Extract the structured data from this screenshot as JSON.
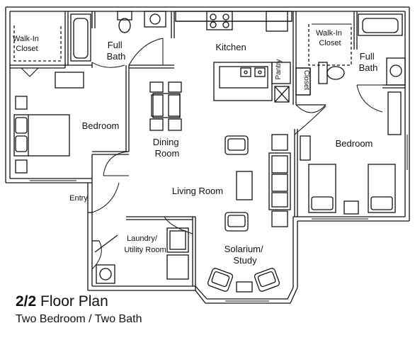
{
  "plan": {
    "title_bold": "2/2",
    "title_rest": "Floor Plan",
    "subtitle": "Two Bedroom / Two Bath"
  },
  "rooms": {
    "walk_in_closet_left": [
      "Walk-In",
      "Closet"
    ],
    "full_bath_left": [
      "Full",
      "Bath"
    ],
    "kitchen": "Kitchen",
    "pantry": "Pantry",
    "closet": "Closet",
    "walk_in_closet_right": [
      "Walk-In",
      "Closet"
    ],
    "full_bath_right": [
      "Full",
      "Bath"
    ],
    "bedroom_left": "Bedroom",
    "dining_room": [
      "Dining",
      "Room"
    ],
    "bedroom_right": "Bedroom",
    "living_room": "Living Room",
    "entry": "Entry",
    "laundry": [
      "Laundry/",
      "Utility Room"
    ],
    "solarium": [
      "Solarium/",
      "Study"
    ]
  }
}
